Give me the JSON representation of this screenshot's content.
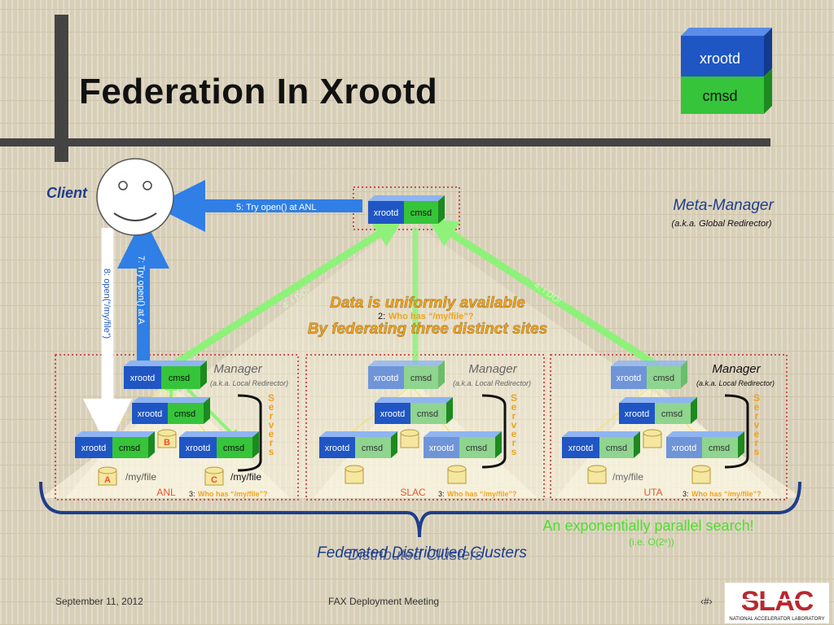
{
  "slide": {
    "title": "Federation In Xrootd",
    "footer_date": "September 11, 2012",
    "footer_center": "FAX Deployment Meeting",
    "footer_page": "‹#›"
  },
  "logo_cube": {
    "top": "xrootd",
    "bottom": "cmsd"
  },
  "colors": {
    "xrootd": "#1f56c4",
    "cmsd": "#36c43a",
    "arrow_blue": "#2f7fe6",
    "arrow_green": "#8ef27a",
    "dotted_red": "#c1272d",
    "text_blue": "#1f3e8a",
    "text_orange": "#f0a21e"
  },
  "client": {
    "label": "Client"
  },
  "meta_manager": {
    "title": "Meta-Manager",
    "subtitle": "(a.k.a. Global Redirector)"
  },
  "messages": {
    "m5": "5: Try open() at ANL",
    "m7": "7: Try open() at A",
    "m8": "8: open(“/my/file”)",
    "m4_left": "4: I DO!",
    "m4_right": "4: I DO!",
    "m2_prefix": "2: ",
    "m2_text": "Who has “/my/file”?",
    "m3_prefix": "3: ",
    "m3_text": "Who has “/my/file”?"
  },
  "banner": {
    "line1": "Data is uniformly available",
    "line2": "By federating three distinct sites"
  },
  "node": {
    "xrootd": "xrootd",
    "cmsd": "cmsd"
  },
  "site_manager": {
    "title": "Manager",
    "subtitle": "(a.k.a. Local Redirector)"
  },
  "servers_label": [
    "S",
    "e",
    "r",
    "v",
    "e",
    "r",
    "s"
  ],
  "sites": [
    {
      "name": "ANL",
      "file_label": "/my/file",
      "disk_a": "A",
      "disk_b": "B",
      "disk_c": "C",
      "file_label_c": "/my/file"
    },
    {
      "name": "SLAC"
    },
    {
      "name": "UTA",
      "file_label": "/my/file"
    }
  ],
  "bottom": {
    "federated": "Federated Distributed Clusters",
    "distributed": "Distributed Clusters",
    "parallel": "An exponentially parallel search!",
    "parallel_sub": "(i.e. O(2ⁿ))"
  }
}
